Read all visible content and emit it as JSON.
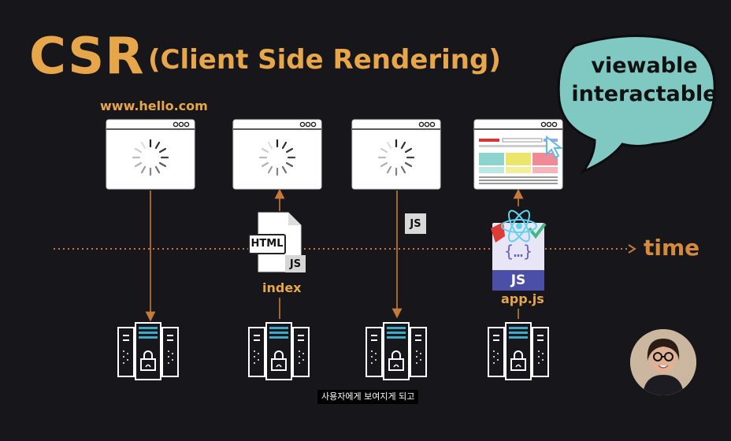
{
  "title": "CSR",
  "subtitle": "(Client Side Rendering)",
  "bubble": {
    "line1": "viewable",
    "line2": "interactable"
  },
  "url": "www.hello.com",
  "timeline_label": "time",
  "labels": {
    "index": "index",
    "html_badge": "HTML",
    "js_badge": "JS",
    "appjs": "app.js"
  },
  "caption": "사용자에게 보여지게 되고",
  "colors": {
    "background": "#17161b",
    "accent": "#e8a64a",
    "bubble": "#7fc9c2",
    "server_stripe": "#3fa9c9",
    "framework_panel": "#4b4fa8",
    "react": "#5fd3f0",
    "angular": "#dd3b33",
    "vue": "#41b883"
  },
  "icons": [
    "browser-window-icon",
    "spinner-icon",
    "server-icon",
    "lock-icon",
    "html-file-icon",
    "js-badge-icon",
    "react-icon",
    "angular-icon",
    "vue-icon",
    "cursor-icon"
  ]
}
